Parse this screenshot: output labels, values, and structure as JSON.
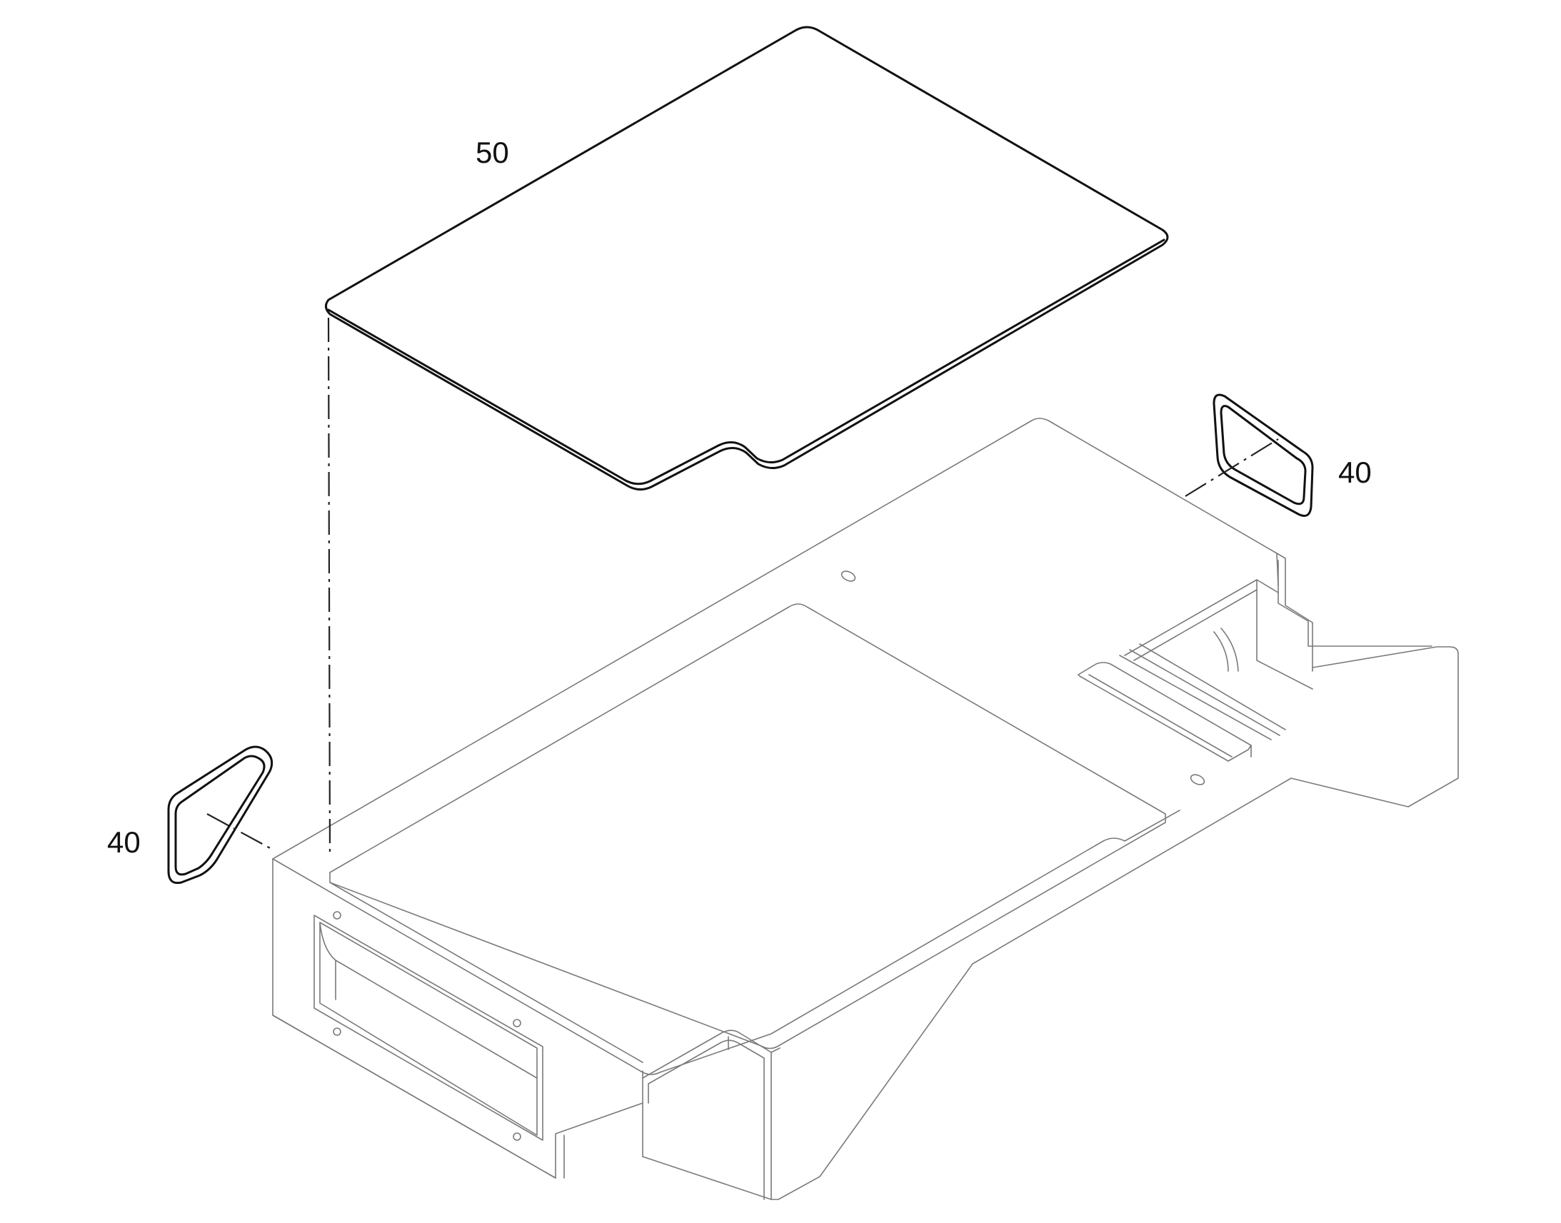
{
  "labels": {
    "cover_plate": "50",
    "gasket_right": "40",
    "gasket_left": "40"
  }
}
